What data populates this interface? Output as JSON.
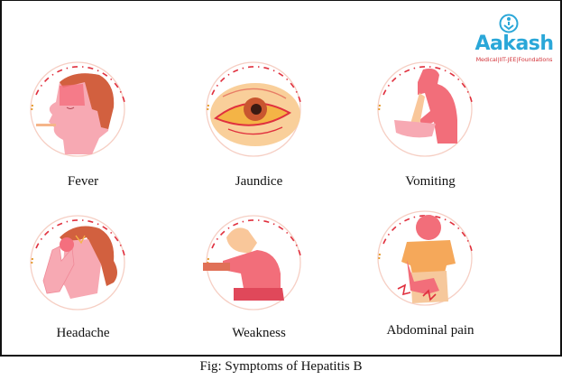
{
  "logo": {
    "brand": "Aakash",
    "tagline": "Medical|IIT-JEE|Foundations",
    "brand_color": "#2aa7d8",
    "tagline_color": "#d3353b"
  },
  "symptoms": [
    {
      "label": "Fever",
      "icon": "fever-face-thermometer-icon"
    },
    {
      "label": "Jaundice",
      "icon": "yellow-eye-icon"
    },
    {
      "label": "Vomiting",
      "icon": "vomiting-person-icon"
    },
    {
      "label": "Headache",
      "icon": "headache-person-icon"
    },
    {
      "label": "Weakness",
      "icon": "weak-person-icon"
    },
    {
      "label": "Abdominal pain",
      "icon": "abdominal-pain-person-icon"
    }
  ],
  "caption": "Fig: Symptoms of Hepatitis B",
  "colors": {
    "circle_outline": "#f6cfc4",
    "dash_red": "#e0303e",
    "skin_pink": "#f7a9b3",
    "hair_rust": "#d2603f",
    "body_coral": "#f26e7a"
  }
}
